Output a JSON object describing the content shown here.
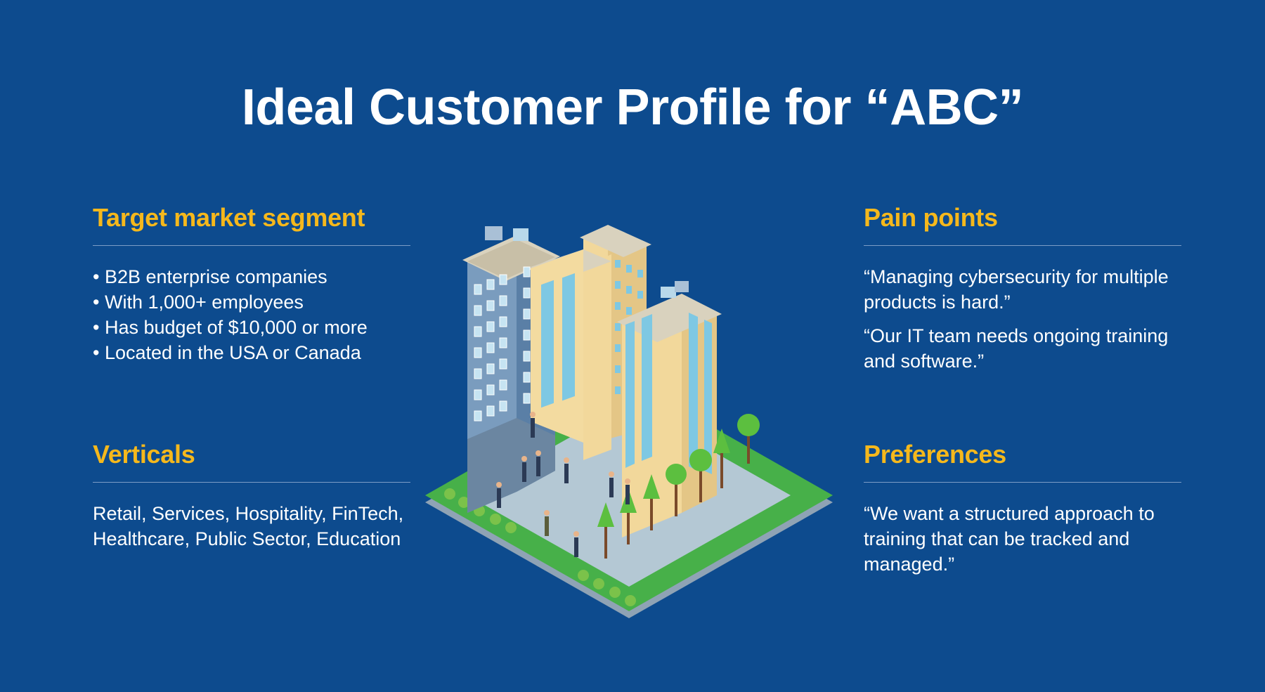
{
  "title": "Ideal Customer Profile for “ABC”",
  "colors": {
    "background": "#0d4b8e",
    "heading": "#f5b81c",
    "text": "#ffffff",
    "divider": "#7c9cc6"
  },
  "sections": {
    "target_market": {
      "heading": "Target market segment",
      "bullets": [
        "B2B enterprise companies",
        "With 1,000+ employees",
        "Has budget of $10,000 or more",
        "Located in the USA or Canada"
      ]
    },
    "verticals": {
      "heading": "Verticals",
      "text": "Retail, Services, Hospitality, FinTech, Healthcare, Public Sector, Education"
    },
    "pain_points": {
      "heading": "Pain points",
      "quotes": [
        "“Managing cybersecurity for multiple products is hard.”",
        "“Our IT team needs ongoing training and software.”"
      ]
    },
    "preferences": {
      "heading": "Preferences",
      "quote": "“We want a structured approach to training that can be tracked and managed.”"
    }
  },
  "illustration": {
    "icon": "isometric-office-buildings-illustration"
  }
}
